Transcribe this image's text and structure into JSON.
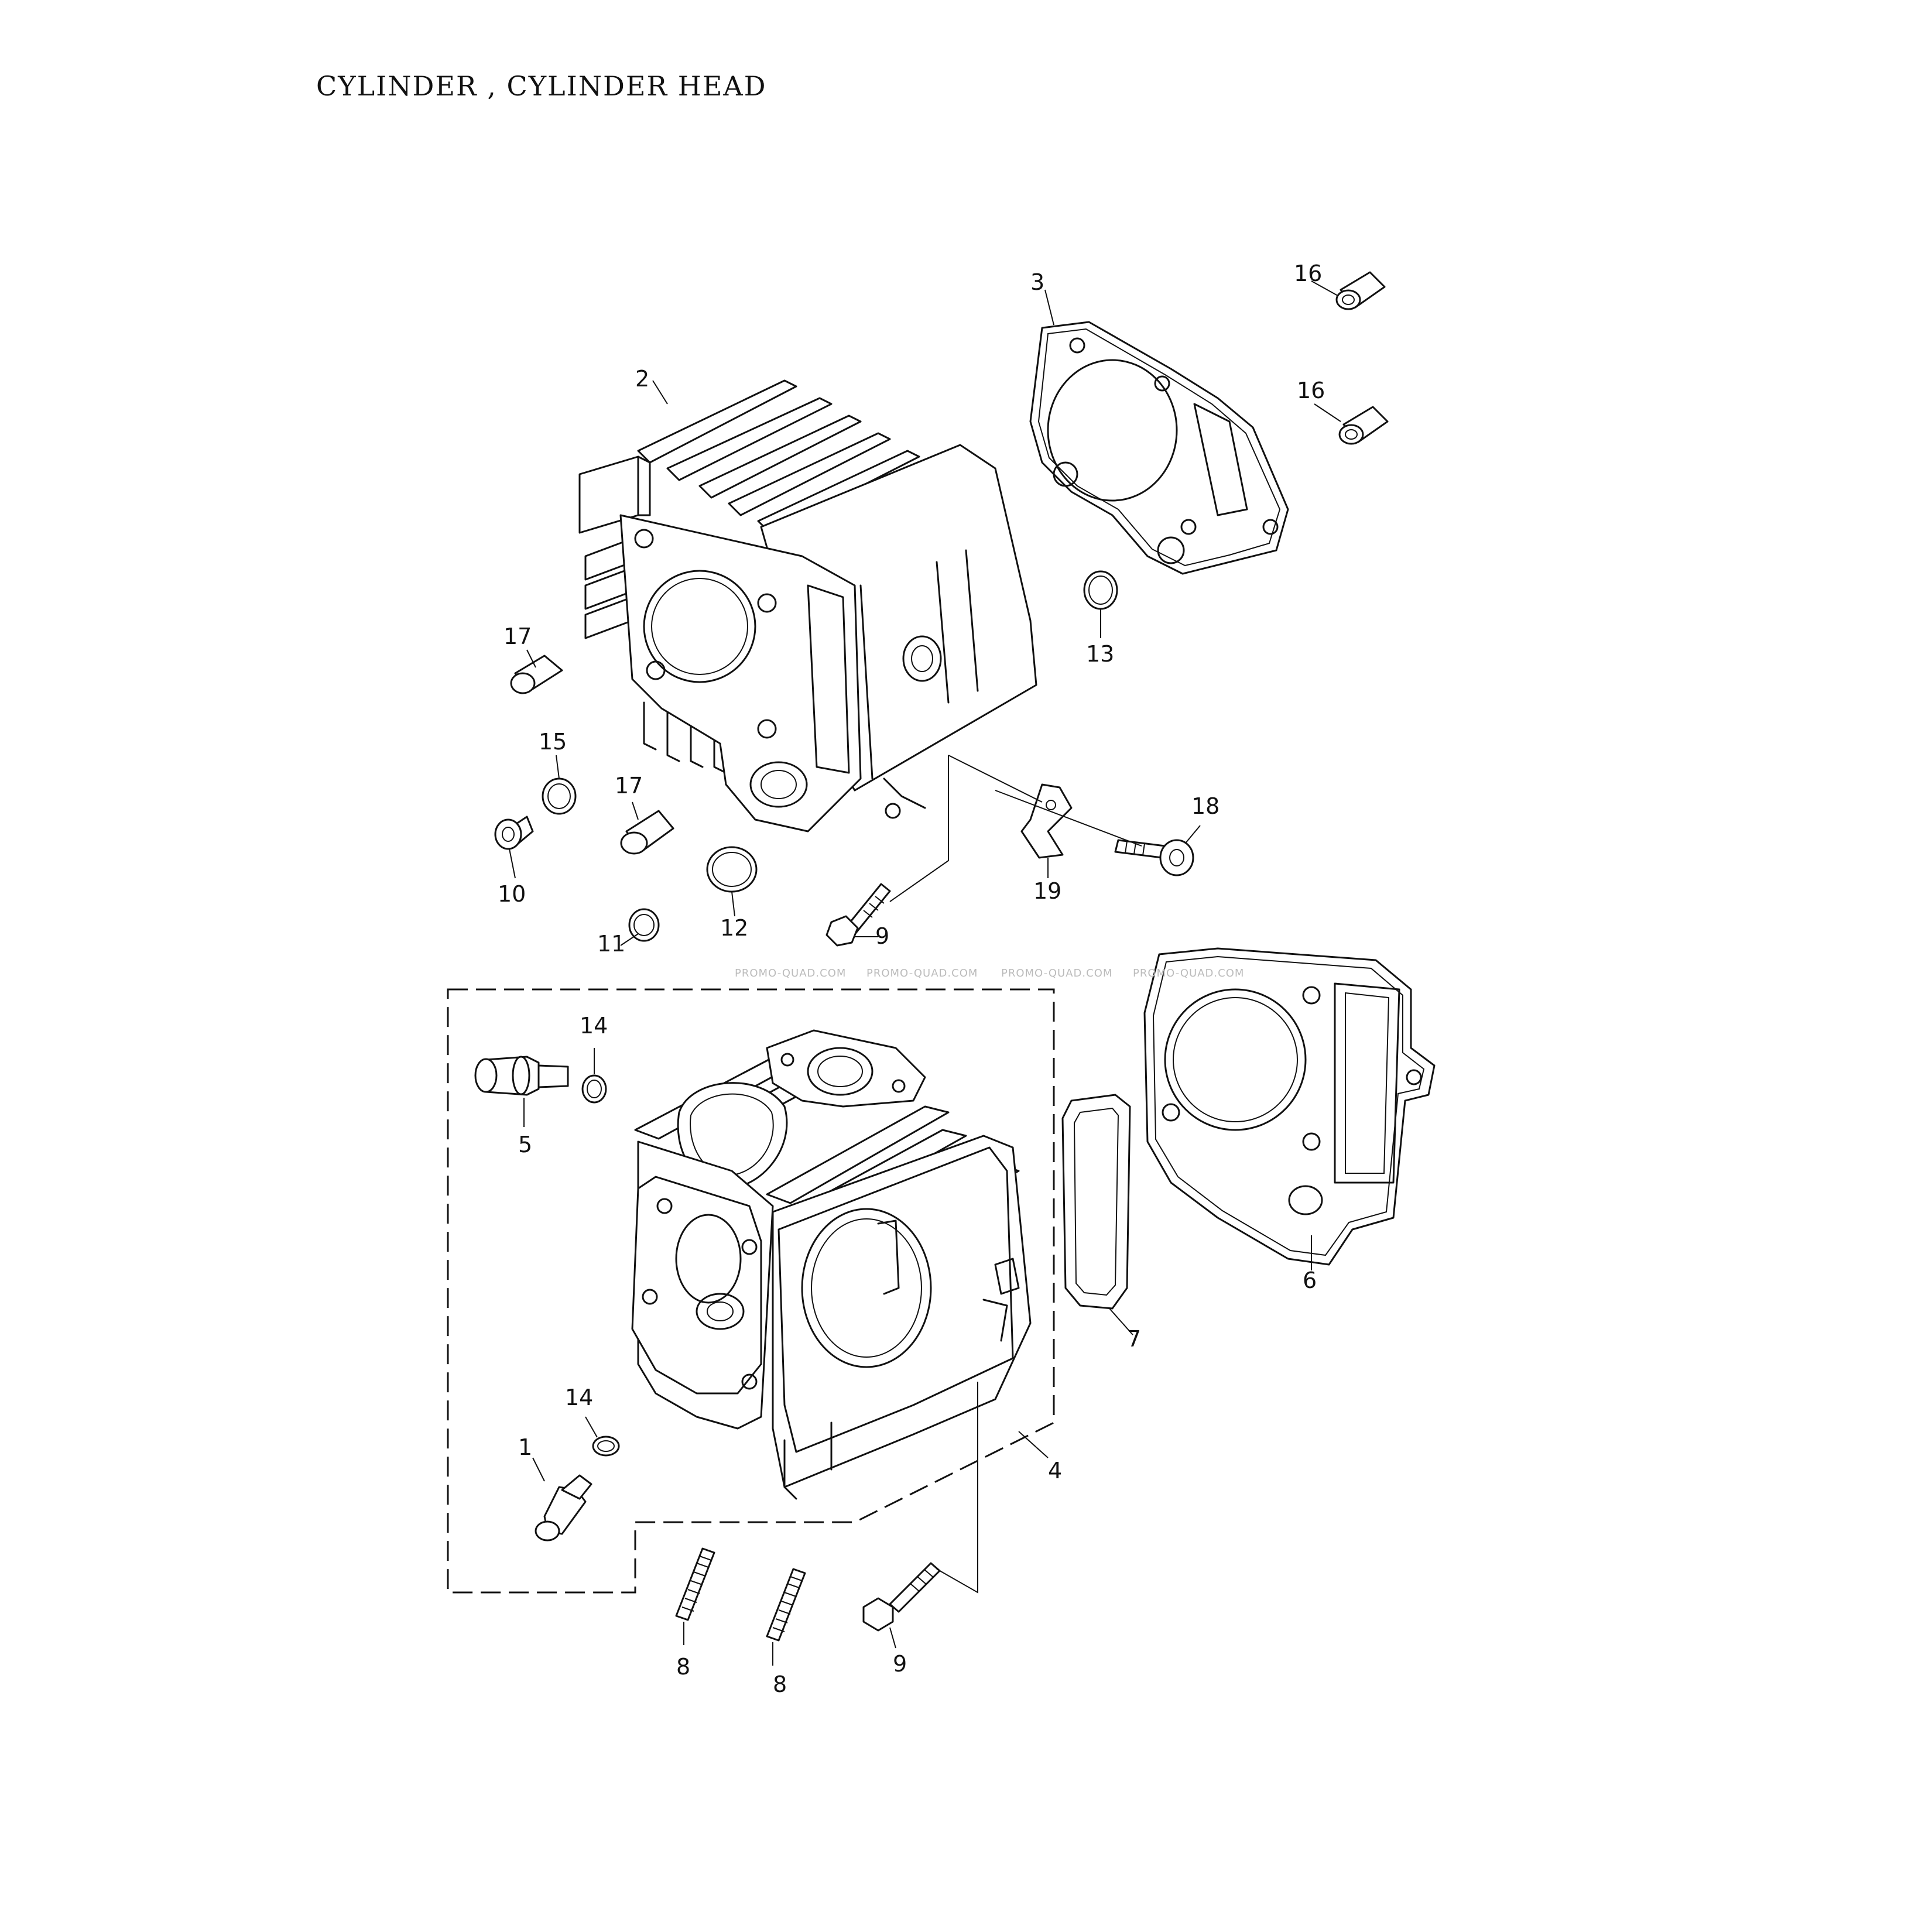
{
  "title": "CYLINDER , CYLINDER HEAD",
  "watermark": "PROMO-QUAD.COM",
  "callouts": {
    "c1": "1",
    "c2": "2",
    "c3": "3",
    "c4": "4",
    "c5": "5",
    "c6": "6",
    "c7": "7",
    "c8a": "8",
    "c8b": "8",
    "c9a": "9",
    "c9b": "9",
    "c10": "10",
    "c11": "11",
    "c12": "12",
    "c13": "13",
    "c14a": "14",
    "c14b": "14",
    "c15": "15",
    "c16a": "16",
    "c16b": "16",
    "c17a": "17",
    "c17b": "17",
    "c18": "18",
    "c19": "19"
  }
}
